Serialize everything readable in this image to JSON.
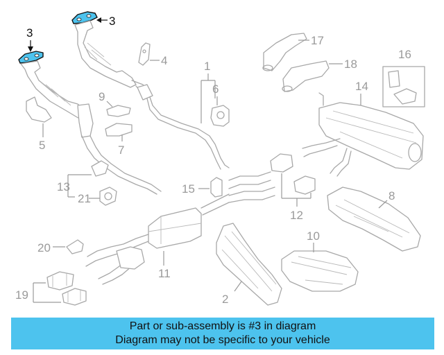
{
  "diagram": {
    "callouts": [
      {
        "id": "c3a",
        "text": "3"
      },
      {
        "id": "c3b",
        "text": "3"
      },
      {
        "id": "c17",
        "text": "17"
      },
      {
        "id": "c4",
        "text": "4"
      },
      {
        "id": "c16",
        "text": "16"
      },
      {
        "id": "c18",
        "text": "18"
      },
      {
        "id": "c1",
        "text": "1"
      },
      {
        "id": "c6",
        "text": "6"
      },
      {
        "id": "c14",
        "text": "14"
      },
      {
        "id": "c8",
        "text": "8"
      },
      {
        "id": "c5",
        "text": "5"
      },
      {
        "id": "c9",
        "text": "9"
      },
      {
        "id": "c2",
        "text": "2"
      },
      {
        "id": "c7",
        "text": "7"
      },
      {
        "id": "c13",
        "text": "13"
      },
      {
        "id": "c21",
        "text": "21"
      },
      {
        "id": "c15",
        "text": "15"
      },
      {
        "id": "c12",
        "text": "12"
      },
      {
        "id": "c20",
        "text": "20"
      },
      {
        "id": "c10",
        "text": "10"
      },
      {
        "id": "c11",
        "text": "11"
      },
      {
        "id": "c19",
        "text": "19"
      }
    ],
    "highlight_color": "#4dc3ee"
  },
  "banner": {
    "line1": "Part or sub-assembly is #3 in diagram",
    "line2": "Diagram may not be specific to your vehicle",
    "background": "#4dc3ee"
  }
}
